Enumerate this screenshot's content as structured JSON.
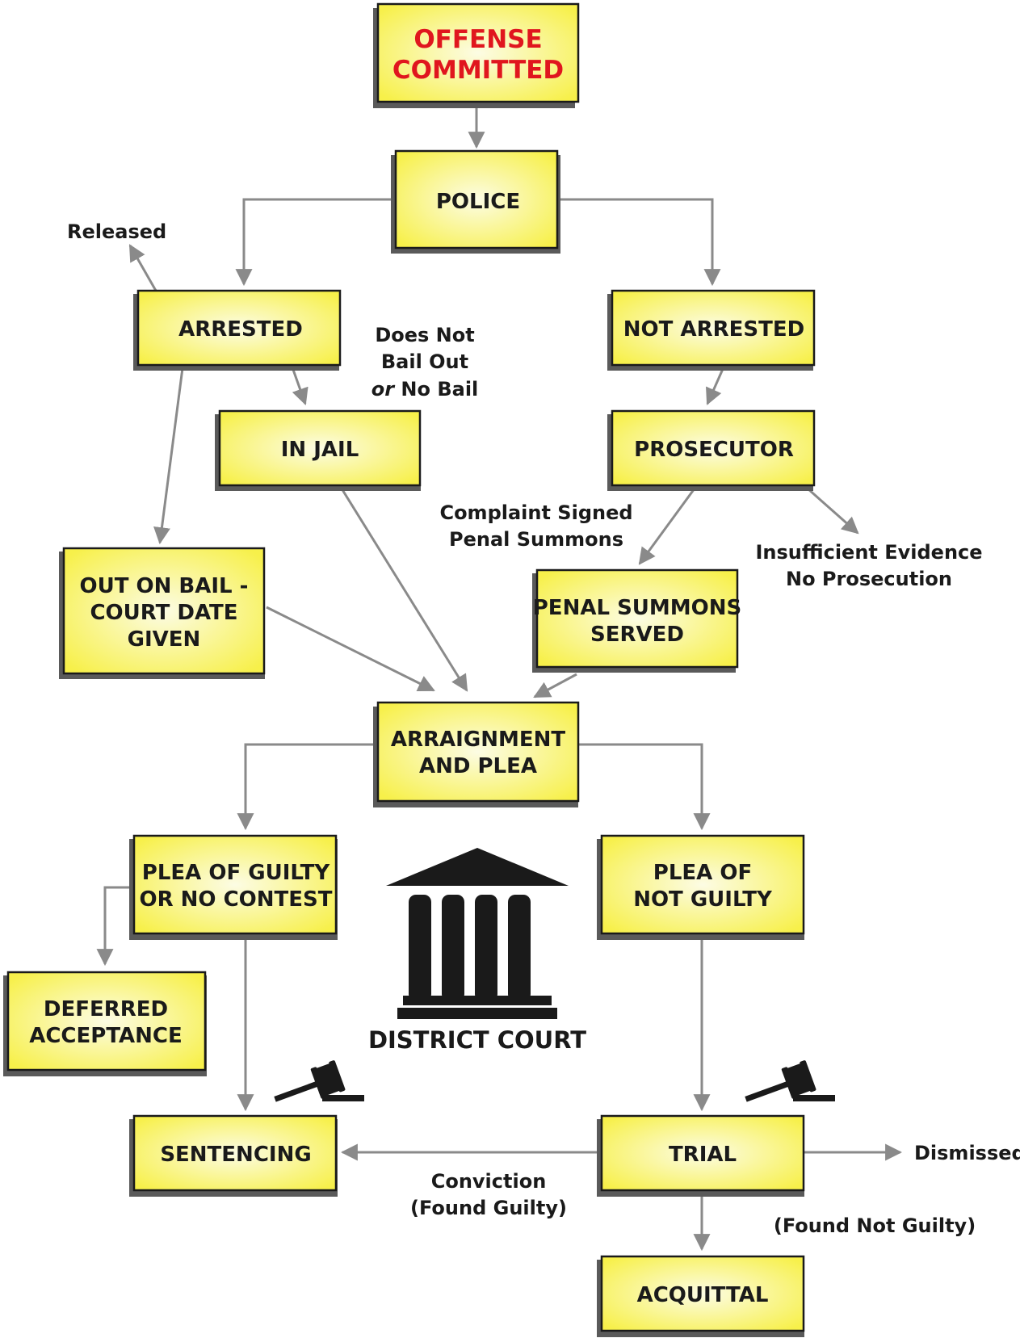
{
  "colors": {
    "box_fill_center": "#fcfce4",
    "box_fill_edge": "#f7f04a",
    "box_border": "#1a1a1a",
    "shadow": "#5a5a5a",
    "arrow": "#8a8a8a",
    "text": "#1a1a1a",
    "emphasis_red": "#e0161e"
  },
  "nodes": {
    "offense": [
      "OFFENSE",
      "COMMITTED"
    ],
    "police": [
      "POLICE"
    ],
    "arrested": [
      "ARRESTED"
    ],
    "not_arrested": [
      "NOT ARRESTED"
    ],
    "in_jail": [
      "IN JAIL"
    ],
    "prosecutor": [
      "PROSECUTOR"
    ],
    "out_on_bail": [
      "OUT ON BAIL -",
      "COURT DATE",
      "GIVEN"
    ],
    "penal_summons": [
      "PENAL SUMMONS",
      "SERVED"
    ],
    "arraignment": [
      "ARRAIGNMENT",
      "AND PLEA"
    ],
    "plea_guilty": [
      "PLEA OF GUILTY",
      "OR NO CONTEST"
    ],
    "plea_not_guilty": [
      "PLEA OF",
      "NOT GUILTY"
    ],
    "deferred": [
      "DEFERRED",
      "ACCEPTANCE"
    ],
    "sentencing": [
      "SENTENCING"
    ],
    "trial": [
      "TRIAL"
    ],
    "acquittal": [
      "ACQUITTAL"
    ]
  },
  "labels": {
    "released": "Released",
    "no_bail_1": "Does Not",
    "no_bail_2": "Bail Out",
    "no_bail_or": "or",
    "no_bail_3": " No Bail",
    "complaint_1": "Complaint Signed",
    "complaint_2": "Penal Summons",
    "insufficient_1": "Insufficient Evidence",
    "insufficient_2": "No Prosecution",
    "conviction_1": "Conviction",
    "conviction_2": "(Found Guilty)",
    "dismissed": "Dismissed",
    "found_not_guilty": "(Found Not Guilty)"
  },
  "court": {
    "title": "DISTRICT COURT",
    "icon": "courthouse-icon"
  },
  "icons": [
    "gavel-icon",
    "gavel-icon"
  ]
}
